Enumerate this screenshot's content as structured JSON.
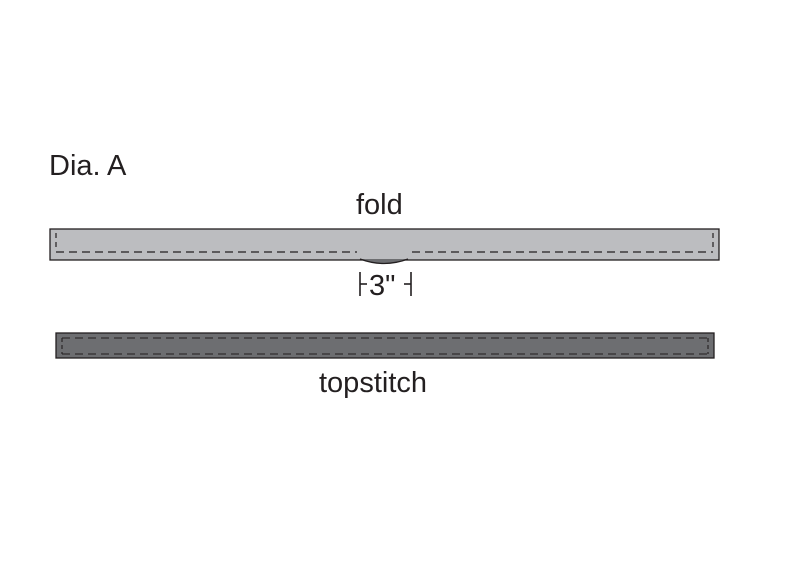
{
  "diagram": {
    "title": "Dia. A",
    "fold_label": "fold",
    "gap_label": "3\"",
    "topstitch_label": "topstitch"
  },
  "colors": {
    "folded_strip_fill": "#bcbdc0",
    "topstitched_strip_fill": "#6d6e71",
    "outline": "#231f20",
    "text": "#231f20"
  }
}
